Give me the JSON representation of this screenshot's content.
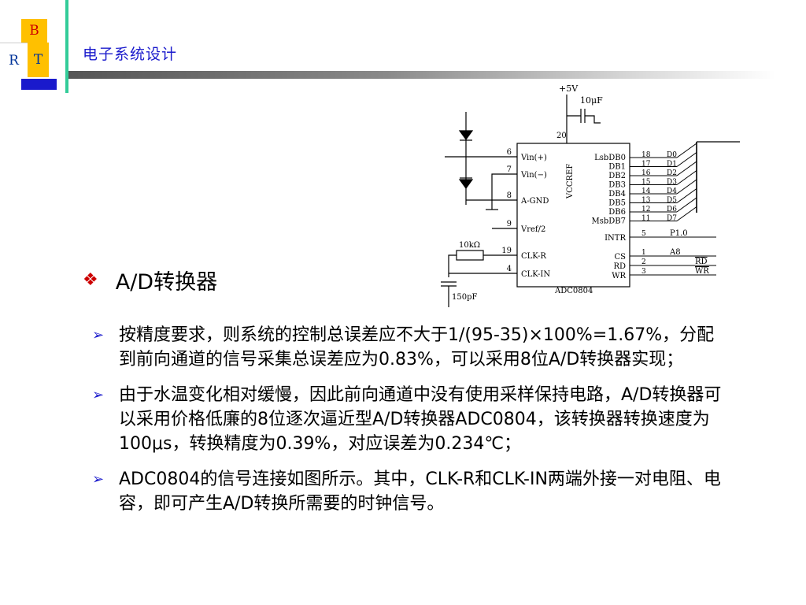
{
  "logo": {
    "b": "B",
    "r": "R",
    "t": "T"
  },
  "header": {
    "title": "电子系统设计"
  },
  "section": {
    "title": "A/D转换器"
  },
  "bullets": [
    "按精度要求，则系统的控制总误差应不大于1/(95-35)×100%=1.67%，分配到前向通道的信号采集总误差应为0.83%，可以采用8位A/D转换器实现；",
    "由于水温变化相对缓慢，因此前向通道中没有使用采样保持电路，A/D转换器可以采用价格低廉的8位逐次逼近型A/D转换器ADC0804，该转换器转换速度为100μs，转换精度为0.39%，对应误差为0.234℃；",
    "ADC0804的信号连接如图所示。其中，CLK-R和CLK-IN两端外接一对电阻、电容，即可产生A/D转换所需要的时钟信号。"
  ],
  "diagram": {
    "supply": "+5V",
    "cap_top": "10μF",
    "pin20": "20",
    "vccref": "VCCREF",
    "chip": "ADC0804",
    "resistor": "10kΩ",
    "cap_bottom": "150pF",
    "left_pins": [
      {
        "num": "6",
        "label": "Vin(+)"
      },
      {
        "num": "7",
        "label": "Vin(−)"
      },
      {
        "num": "8",
        "label": "A-GND"
      },
      {
        "num": "9",
        "label": "Vref/2"
      },
      {
        "num": "19",
        "label": "CLK-R"
      },
      {
        "num": "4",
        "label": "CLK-IN"
      }
    ],
    "db_pins": [
      {
        "num": "18",
        "label": "LsbDB0",
        "out": "D0"
      },
      {
        "num": "17",
        "label": "DB1",
        "out": "D1"
      },
      {
        "num": "16",
        "label": "DB2",
        "out": "D2"
      },
      {
        "num": "15",
        "label": "DB3",
        "out": "D3"
      },
      {
        "num": "14",
        "label": "DB4",
        "out": "D4"
      },
      {
        "num": "13",
        "label": "DB5",
        "out": "D5"
      },
      {
        "num": "12",
        "label": "DB6",
        "out": "D6"
      },
      {
        "num": "11",
        "label": "MsbDB7",
        "out": "D7"
      }
    ],
    "ctrl_pins": [
      {
        "num": "5",
        "label": "INTR",
        "out": "P1.0"
      },
      {
        "num": "1",
        "label": "CS",
        "out": "A8"
      },
      {
        "num": "2",
        "label": "RD",
        "out": "RD"
      },
      {
        "num": "3",
        "label": "WR",
        "out": "WR"
      }
    ]
  }
}
